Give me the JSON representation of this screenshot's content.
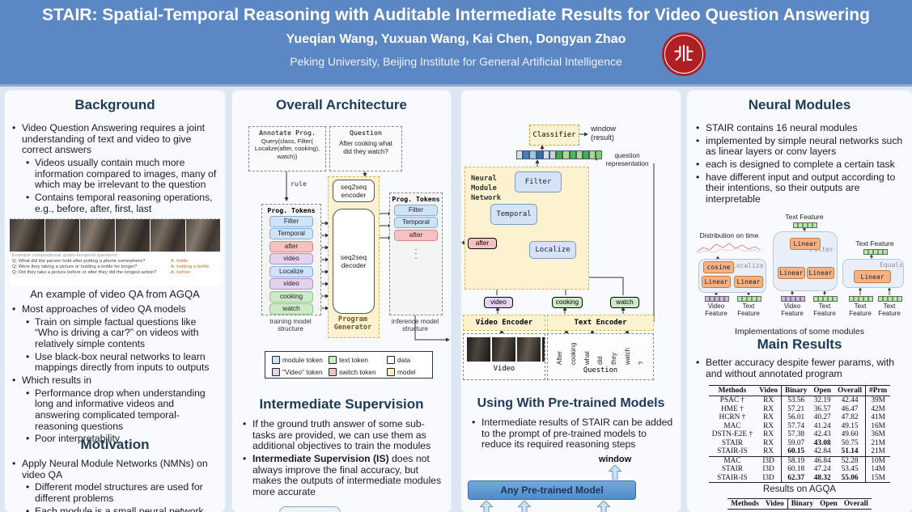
{
  "colors": {
    "header_bg": "#5b87c4",
    "page_bg": "#dde7f3",
    "card_bg": "#f8fafd",
    "heading_text": "#1e3a5a",
    "module_token": "#cfe3f7",
    "text_token": "#cdeac8",
    "video_token": "#e4d2ef",
    "switch_token": "#f7c1c1",
    "model_yellow": "#fdf2cf",
    "pretrained_box": "#5e97cd",
    "logo_red": "#b01f24"
  },
  "header": {
    "title": "STAIR: Spatial-Temporal Reasoning with Auditable Intermediate Results for Video Question Answering",
    "authors": "Yueqian Wang, Yuxuan Wang, Kai Chen, Dongyan Zhao",
    "affiliation": "Peking University, Beijing Institute for General Artificial Intelligence",
    "logo": "peking-university-seal"
  },
  "background": {
    "heading": "Background",
    "bullets": [
      {
        "level": 1,
        "text": "Video Question Answering requires a joint understanding of text and video to give correct answers"
      },
      {
        "level": 2,
        "text": "Videos usually contain much more information compared to images, many of which may be irrelevant to the question"
      },
      {
        "level": 2,
        "text": "Contains temporal reasoning operations, e.g., before, after, first, last"
      }
    ],
    "example": {
      "note": "Example compositional spatio-temporal questions:",
      "qa": [
        {
          "q": "Q: What did the person hold after putting a phone somewhere?",
          "a": "A: bottle"
        },
        {
          "q": "Q: Were they taking a picture or holding a bottle for longer?",
          "a": "A: holding a bottle"
        },
        {
          "q": "Q: Did they take a picture before or after they did the longest action?",
          "a": "A: before"
        }
      ],
      "caption": "An example of video QA from AGQA"
    },
    "bullets2": [
      {
        "level": 1,
        "text": "Most approaches of video QA models"
      },
      {
        "level": 2,
        "text": "Train on simple factual questions like “Who is driving a car?” on videos with relatively simple contents"
      },
      {
        "level": 2,
        "text": "Use black-box neural networks to learn mappings directly from inputs to outputs"
      },
      {
        "level": 1,
        "text": "Which results in"
      },
      {
        "level": 2,
        "text": "Performance drop when understanding long and informative videos and answering complicated temporal-reasoning questions"
      },
      {
        "level": 2,
        "text": "Poor interpretability"
      }
    ],
    "motivation": {
      "heading": "Motivation",
      "bullets": [
        {
          "level": 1,
          "text": "Apply Neural Module Networks (NMNs) on video QA"
        },
        {
          "level": 2,
          "text": "Different model structures are used for different problems"
        },
        {
          "level": 2,
          "text": "Each module is a small neural network"
        }
      ]
    }
  },
  "architecture": {
    "heading": "Overall Architecture",
    "annotate_title": "Annotate Prog.",
    "annotate_code": "Query(class, Filter( Localize(after, cooking), watch))",
    "question_title": "Question",
    "question_text": "After cooking what did they watch?",
    "rule_label": "rule",
    "tokens_label": "Prog. Tokens",
    "train_tokens": [
      {
        "label": "Filter",
        "type": "module"
      },
      {
        "label": "Temporal",
        "type": "module"
      },
      {
        "label": "after",
        "type": "switch"
      },
      {
        "label": "video",
        "type": "video"
      },
      {
        "label": "Localize",
        "type": "module"
      },
      {
        "label": "video",
        "type": "video"
      },
      {
        "label": "cooking",
        "type": "text"
      },
      {
        "label": "watch",
        "type": "text"
      }
    ],
    "encoder_label": "seq2seq encoder",
    "decoder_label": "seq2seq decoder",
    "generator_label": "Program Generator",
    "inference_tokens": [
      {
        "label": "Filter",
        "type": "module"
      },
      {
        "label": "Temporal",
        "type": "module"
      },
      {
        "label": "after",
        "type": "switch"
      }
    ],
    "training_caption": "training model structure",
    "inference_caption": "inference model structure",
    "legend": [
      {
        "label": "module token",
        "type": "module"
      },
      {
        "label": "text token",
        "type": "text"
      },
      {
        "label": "data",
        "type": "data"
      },
      {
        "label": "\"Video\" token",
        "type": "video"
      },
      {
        "label": "switch token",
        "type": "switch"
      },
      {
        "label": "model",
        "type": "model"
      }
    ]
  },
  "nmn": {
    "classifier_label": "Classifier",
    "window_label": "window",
    "result_label": "(result)",
    "question_repr_label": "question representation",
    "nmn_label": "Neural Module Network",
    "filter_label": "Filter",
    "temporal_label": "Temporal",
    "after_label": "after",
    "localize_label": "Localize",
    "video_token": "video",
    "cooking_token": "cooking",
    "watch_token": "watch",
    "video_encoder": "Video Encoder",
    "text_encoder": "Text Encoder",
    "video_caption": "Video",
    "question_caption": "Question",
    "question_words": [
      "After",
      "cooking",
      "what",
      "did",
      "they",
      "watch",
      "?"
    ],
    "strip_colors": [
      "#cfe2f5",
      "#3f7ec6",
      "#9cc3e8",
      "#2f6fb8",
      "#cfe2f5",
      "#c8d2da",
      "#3fae4f",
      "#a5dd8f",
      "#49b657",
      "#a5dd8f",
      "#3fae4f",
      "#a5dd8f",
      "#7ccf6f"
    ]
  },
  "intermediate": {
    "heading": "Intermediate Supervision",
    "bullet1": "If the ground truth answer of some sub-tasks are provided, we can use them as additional objectives to train the modules",
    "bullet2_bold": "Intermediate Supervision (IS)",
    "bullet2_rest": " does not always improve the final accuracy, but makes the outputs of intermediate modules more accurate"
  },
  "pretrained": {
    "heading": "Using With Pre-trained Models",
    "bullet": "Intermediate results of STAIR can be added to the prompt of pre-trained models to reduce its required reasoning steps",
    "window_label": "window",
    "model_box": "Any Pre-trained Model"
  },
  "modules": {
    "heading": "Neural Modules",
    "bullets": [
      "STAIR contains 16 neural modules",
      "implemented by simple neural networks such as linear layers or conv layers",
      "each is designed to complete a certain task",
      "have different input and output according to their intentions, so their outputs are interpretable"
    ],
    "diagram": {
      "dist_label": "Distribution on time",
      "text_feature": "Text Feature",
      "localize": {
        "name": "Localize",
        "ops": [
          "cosine",
          "Linear",
          "Linear"
        ],
        "inputs": [
          "Video Feature",
          "Text Feature"
        ]
      },
      "filter": {
        "name": "Filter",
        "ops": [
          "Linear",
          "Linear",
          "Linear"
        ],
        "inputs": [
          "Video Feature",
          "Text Feature"
        ],
        "output": "Text Feature"
      },
      "equals": {
        "name": "Equals",
        "ops": [
          "Linear"
        ],
        "inputs": [
          "Text Feature",
          "Text Feature"
        ],
        "output": "Text Feature"
      },
      "caption": "Implementations of some modules"
    }
  },
  "results": {
    "heading": "Main Results",
    "bullet": "Better accuracy despite fewer params, with and without annotated program",
    "table": {
      "headers": [
        "Methods",
        "Video",
        "Binary",
        "Open",
        "Overall",
        "#Prm"
      ],
      "rows": [
        {
          "cells": [
            "PSAC †",
            "RX",
            "53.56",
            "32.19",
            "42.44",
            "39M"
          ],
          "bold": []
        },
        {
          "cells": [
            "HME †",
            "RX",
            "57.21",
            "36.57",
            "46.47",
            "42M"
          ],
          "bold": []
        },
        {
          "cells": [
            "HCRN †",
            "RX",
            "56.01",
            "40.27",
            "47.82",
            "41M"
          ],
          "bold": []
        },
        {
          "cells": [
            "MAC",
            "RX",
            "57.74",
            "41.24",
            "49.15",
            "16M"
          ],
          "bold": []
        },
        {
          "cells": [
            "DSTN-E2E †",
            "RX",
            "57.38",
            "42.43",
            "49.60",
            "36M"
          ],
          "bold": []
        },
        {
          "cells": [
            "STAIR",
            "RX",
            "59.07",
            "43.08",
            "50.75",
            "21M"
          ],
          "bold": [
            3
          ]
        },
        {
          "cells": [
            "STAIR-IS",
            "RX",
            "60.15",
            "42.84",
            "51.14",
            "21M"
          ],
          "bold": [
            2,
            4
          ]
        },
        {
          "cells": [
            "MAC",
            "I3D",
            "58.19",
            "46.84",
            "52.28",
            "10M"
          ],
          "bold": []
        },
        {
          "cells": [
            "STAIR",
            "I3D",
            "60.18",
            "47.24",
            "53.45",
            "14M"
          ],
          "bold": []
        },
        {
          "cells": [
            "STAIR-IS",
            "I3D",
            "62.37",
            "48.32",
            "55.06",
            "15M"
          ],
          "bold": [
            2,
            3,
            4
          ]
        }
      ],
      "group_break_row": 7
    },
    "caption": "Results on AGQA",
    "table2_headers": [
      "Methods",
      "Video",
      "Binary",
      "Open",
      "Overall"
    ]
  }
}
